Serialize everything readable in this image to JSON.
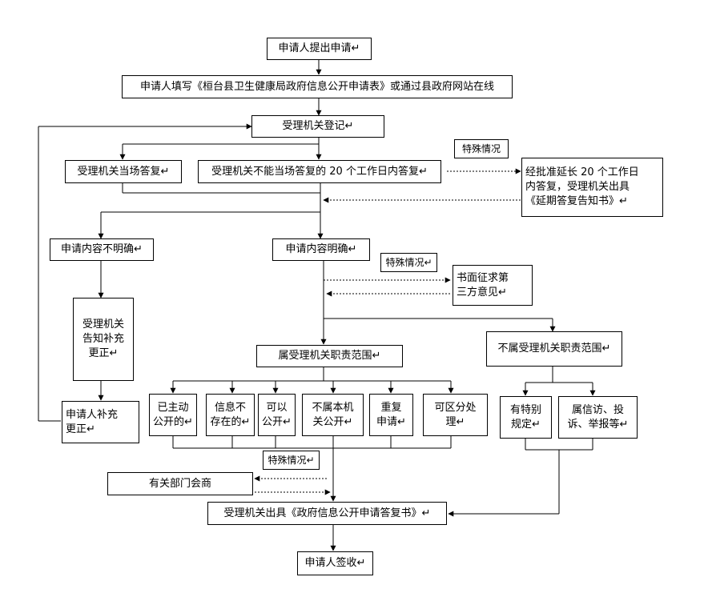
{
  "boxes": {
    "apply": "申请人提出申请↵",
    "fill_form": "申请人填写《桓台县卫生健康局政府信息公开申请表》或通过县政府网站在线",
    "register": "受理机关登记↵",
    "onsite_reply": "受理机关当场答复↵",
    "reply_20_days": "受理机关不能当场答复的 20 个工作日内答复↵",
    "special_1": "特殊情况",
    "extension": "经批准延长 20 个工作日\n内答复，受理机关出具\n《延期答复告知书》↵",
    "unclear": "申请内容不明确↵",
    "clear": "申请内容明确↵",
    "special_2": "特殊情况↵",
    "third_party": "书面征求第\n三方意见↵",
    "notify_supplement": "受理机关\n告知补充\n更正↵",
    "in_scope": "属受理机关职责范围↵",
    "out_of_scope": "不属受理机关职责范围↵",
    "already_public": "已主动\n公开的↵",
    "not_exist": "信息不\n存在的↵",
    "can_public": "可以\n公开↵",
    "not_public": "不属本机\n关公开↵",
    "repeat_apply": "重复\n申请↵",
    "separable": "可区分处\n理↵",
    "special_rule": "有特别\n规定↵",
    "petition": "属信访、投\n诉、举报等↵",
    "applicant_supplement": "申请人补充\n更正↵",
    "special_3": "特殊情况↵",
    "consult": "有关部门会商",
    "issue_reply": "受理机关出具《政府信息公开申请答复书》↵",
    "sign": "申请人签收↵"
  }
}
